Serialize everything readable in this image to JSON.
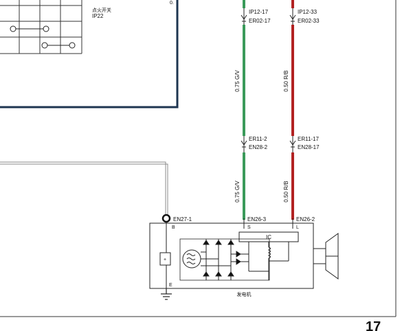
{
  "ignition_switch": {
    "name_cn": "点火开关",
    "code": "IP22",
    "edge_label": "0."
  },
  "wires": {
    "green": {
      "color_hex": "#3a9a5a",
      "spec_upper": "0.75 G/V",
      "spec_lower": "0.75 G/V",
      "top_connectors": [
        "IP12-17",
        "ER02-17"
      ],
      "mid_connectors": [
        "ER11-2",
        "EN28-2"
      ],
      "terminal_connector": "EN26-3",
      "terminal_letter": "S"
    },
    "red": {
      "color_hex": "#b22222",
      "spec_upper": "0.50 R/B",
      "spec_lower": "0.50 R/B",
      "top_connectors": [
        "IP12-33",
        "ER02-33"
      ],
      "mid_connectors": [
        "ER11-17",
        "EN28-17"
      ],
      "terminal_connector": "EN26-2",
      "terminal_letter": "L"
    }
  },
  "alternator": {
    "name_cn": "发电机",
    "b_connector": "EN27-1",
    "b_letter": "B",
    "ic_label": "IC",
    "e_letter": "E"
  },
  "page_number": "17"
}
